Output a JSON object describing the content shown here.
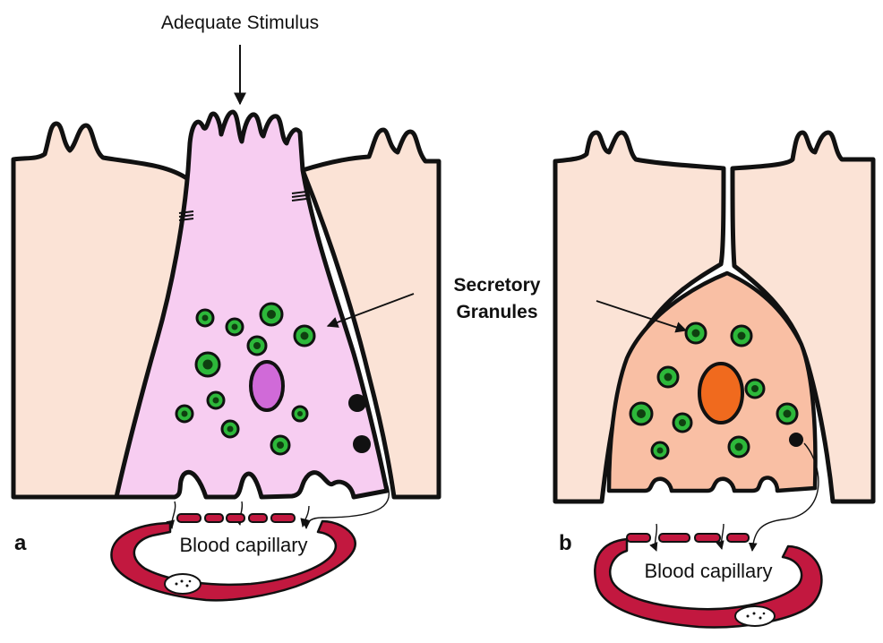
{
  "labels": {
    "stimulus": "Adequate Stimulus",
    "granules_line1": "Secretory",
    "granules_line2": "Granules",
    "panel_a": "a",
    "panel_b": "b",
    "capillary_a": "Blood capillary",
    "capillary_b": "Blood capillary"
  },
  "colors": {
    "epithelium": "#fbe3d6",
    "stimulated_cell": "#f7cdf1",
    "resting_cell": "#f9bfa4",
    "granule_ring": "#2db83a",
    "granule_core": "#0f4010",
    "nucleus_a": "#d06ad8",
    "nucleus_b": "#f06a1e",
    "capillary": "#c2183f",
    "outline": "#111111"
  }
}
